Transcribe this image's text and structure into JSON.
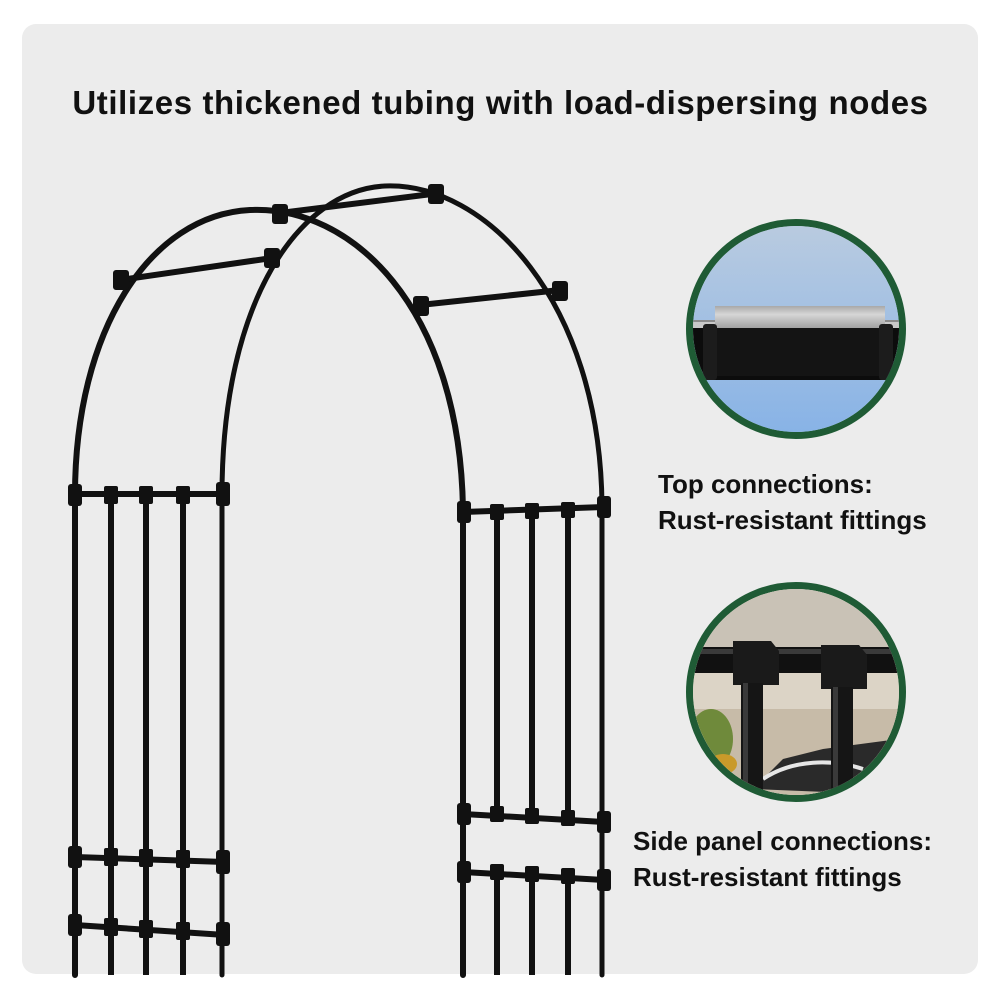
{
  "headline": "Utilizes thickened tubing with load-dispersing nodes",
  "callouts": [
    {
      "id": "top",
      "title": "Top connections:",
      "detail": "Rust-resistant fittings"
    },
    {
      "id": "side",
      "title": "Side panel connections:",
      "detail": "Rust-resistant fittings"
    }
  ],
  "colors": {
    "background": "#ececec",
    "frame": "#111111",
    "circle_border": "#1f5b35"
  },
  "icons": [
    "garden-arch-image",
    "top-connection-closeup-image",
    "side-connection-closeup-image"
  ]
}
